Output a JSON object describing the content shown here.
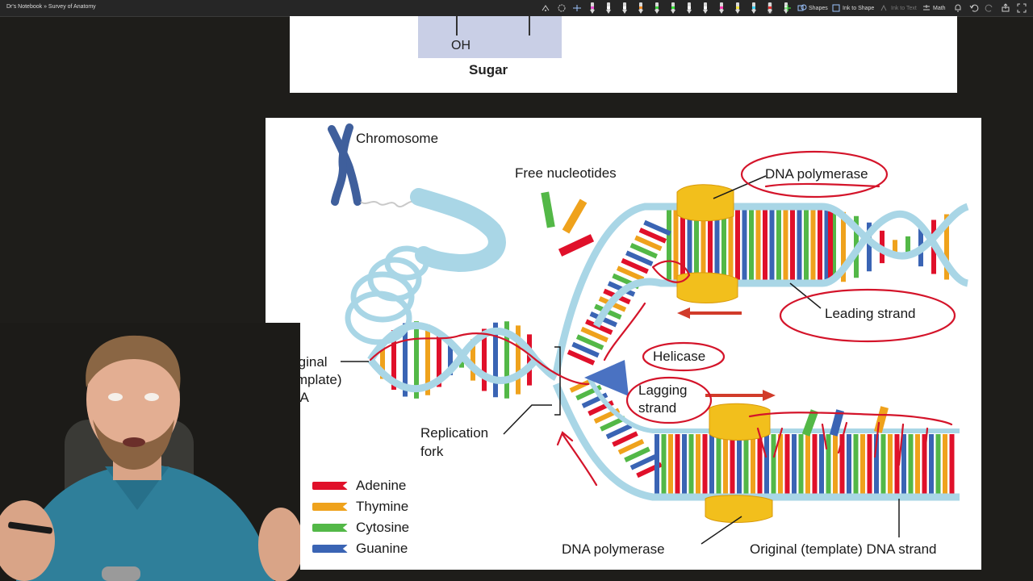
{
  "toolbar": {
    "breadcrumb": "Dr's Notebook » Survey of Anatomy",
    "shapes_label": "Shapes",
    "ink_to_shape_label": "Ink to Shape",
    "ink_to_text_label": "Ink to Text",
    "math_label": "Math",
    "pens": [
      {
        "icon": "pen-pink",
        "color": "#e94fd1"
      },
      {
        "icon": "pen-white",
        "color": "#ffffff"
      },
      {
        "icon": "pen-white",
        "color": "#ffffff"
      },
      {
        "icon": "pen-orange",
        "color": "#f08a24"
      },
      {
        "icon": "pen-green",
        "color": "#3bd13b"
      },
      {
        "icon": "highlighter-green",
        "color": "#34e234"
      },
      {
        "icon": "pen-white",
        "color": "#ffffff"
      },
      {
        "icon": "pen-white",
        "color": "#ffffff"
      },
      {
        "icon": "pen-magenta",
        "color": "#ff3ab0"
      },
      {
        "icon": "pen-yellow",
        "color": "#f4e43a"
      },
      {
        "icon": "pen-cyan",
        "color": "#3ad0f4"
      },
      {
        "icon": "pen-red",
        "color": "#e53030"
      },
      {
        "icon": "pen-white",
        "color": "#ffffff"
      }
    ]
  },
  "sugar_slide": {
    "oh": "OH",
    "sugar": "Sugar"
  },
  "dna_slide": {
    "labels": {
      "chromosome": "Chromosome",
      "free_nucleotides": "Free nucleotides",
      "dna_polymerase_top": "DNA polymerase",
      "leading_strand": "Leading strand",
      "helicase": "Helicase",
      "lagging_strand_1": "Lagging",
      "lagging_strand_2": "strand",
      "original_1": "Original",
      "original_2": "(template)",
      "original_3": "DNA",
      "replication_fork_1": "Replication",
      "replication_fork_2": "fork",
      "dna_polymerase_bottom": "DNA polymerase",
      "original_template_strand": "Original (template) DNA strand"
    },
    "legend": [
      {
        "label": "Adenine",
        "color": "#e0102a"
      },
      {
        "label": "Thymine",
        "color": "#efa21c"
      },
      {
        "label": "Cytosine",
        "color": "#53b847"
      },
      {
        "label": "Guanine",
        "color": "#3a64b4"
      }
    ],
    "colors": {
      "backbone": "#a9d6e6",
      "backbone_stroke": "#7fb3c8",
      "polymerase": "#f2bf1c",
      "helicase": "#4a72c2",
      "chromosome": "#3f5f9c",
      "ink": "#d4142a"
    }
  }
}
